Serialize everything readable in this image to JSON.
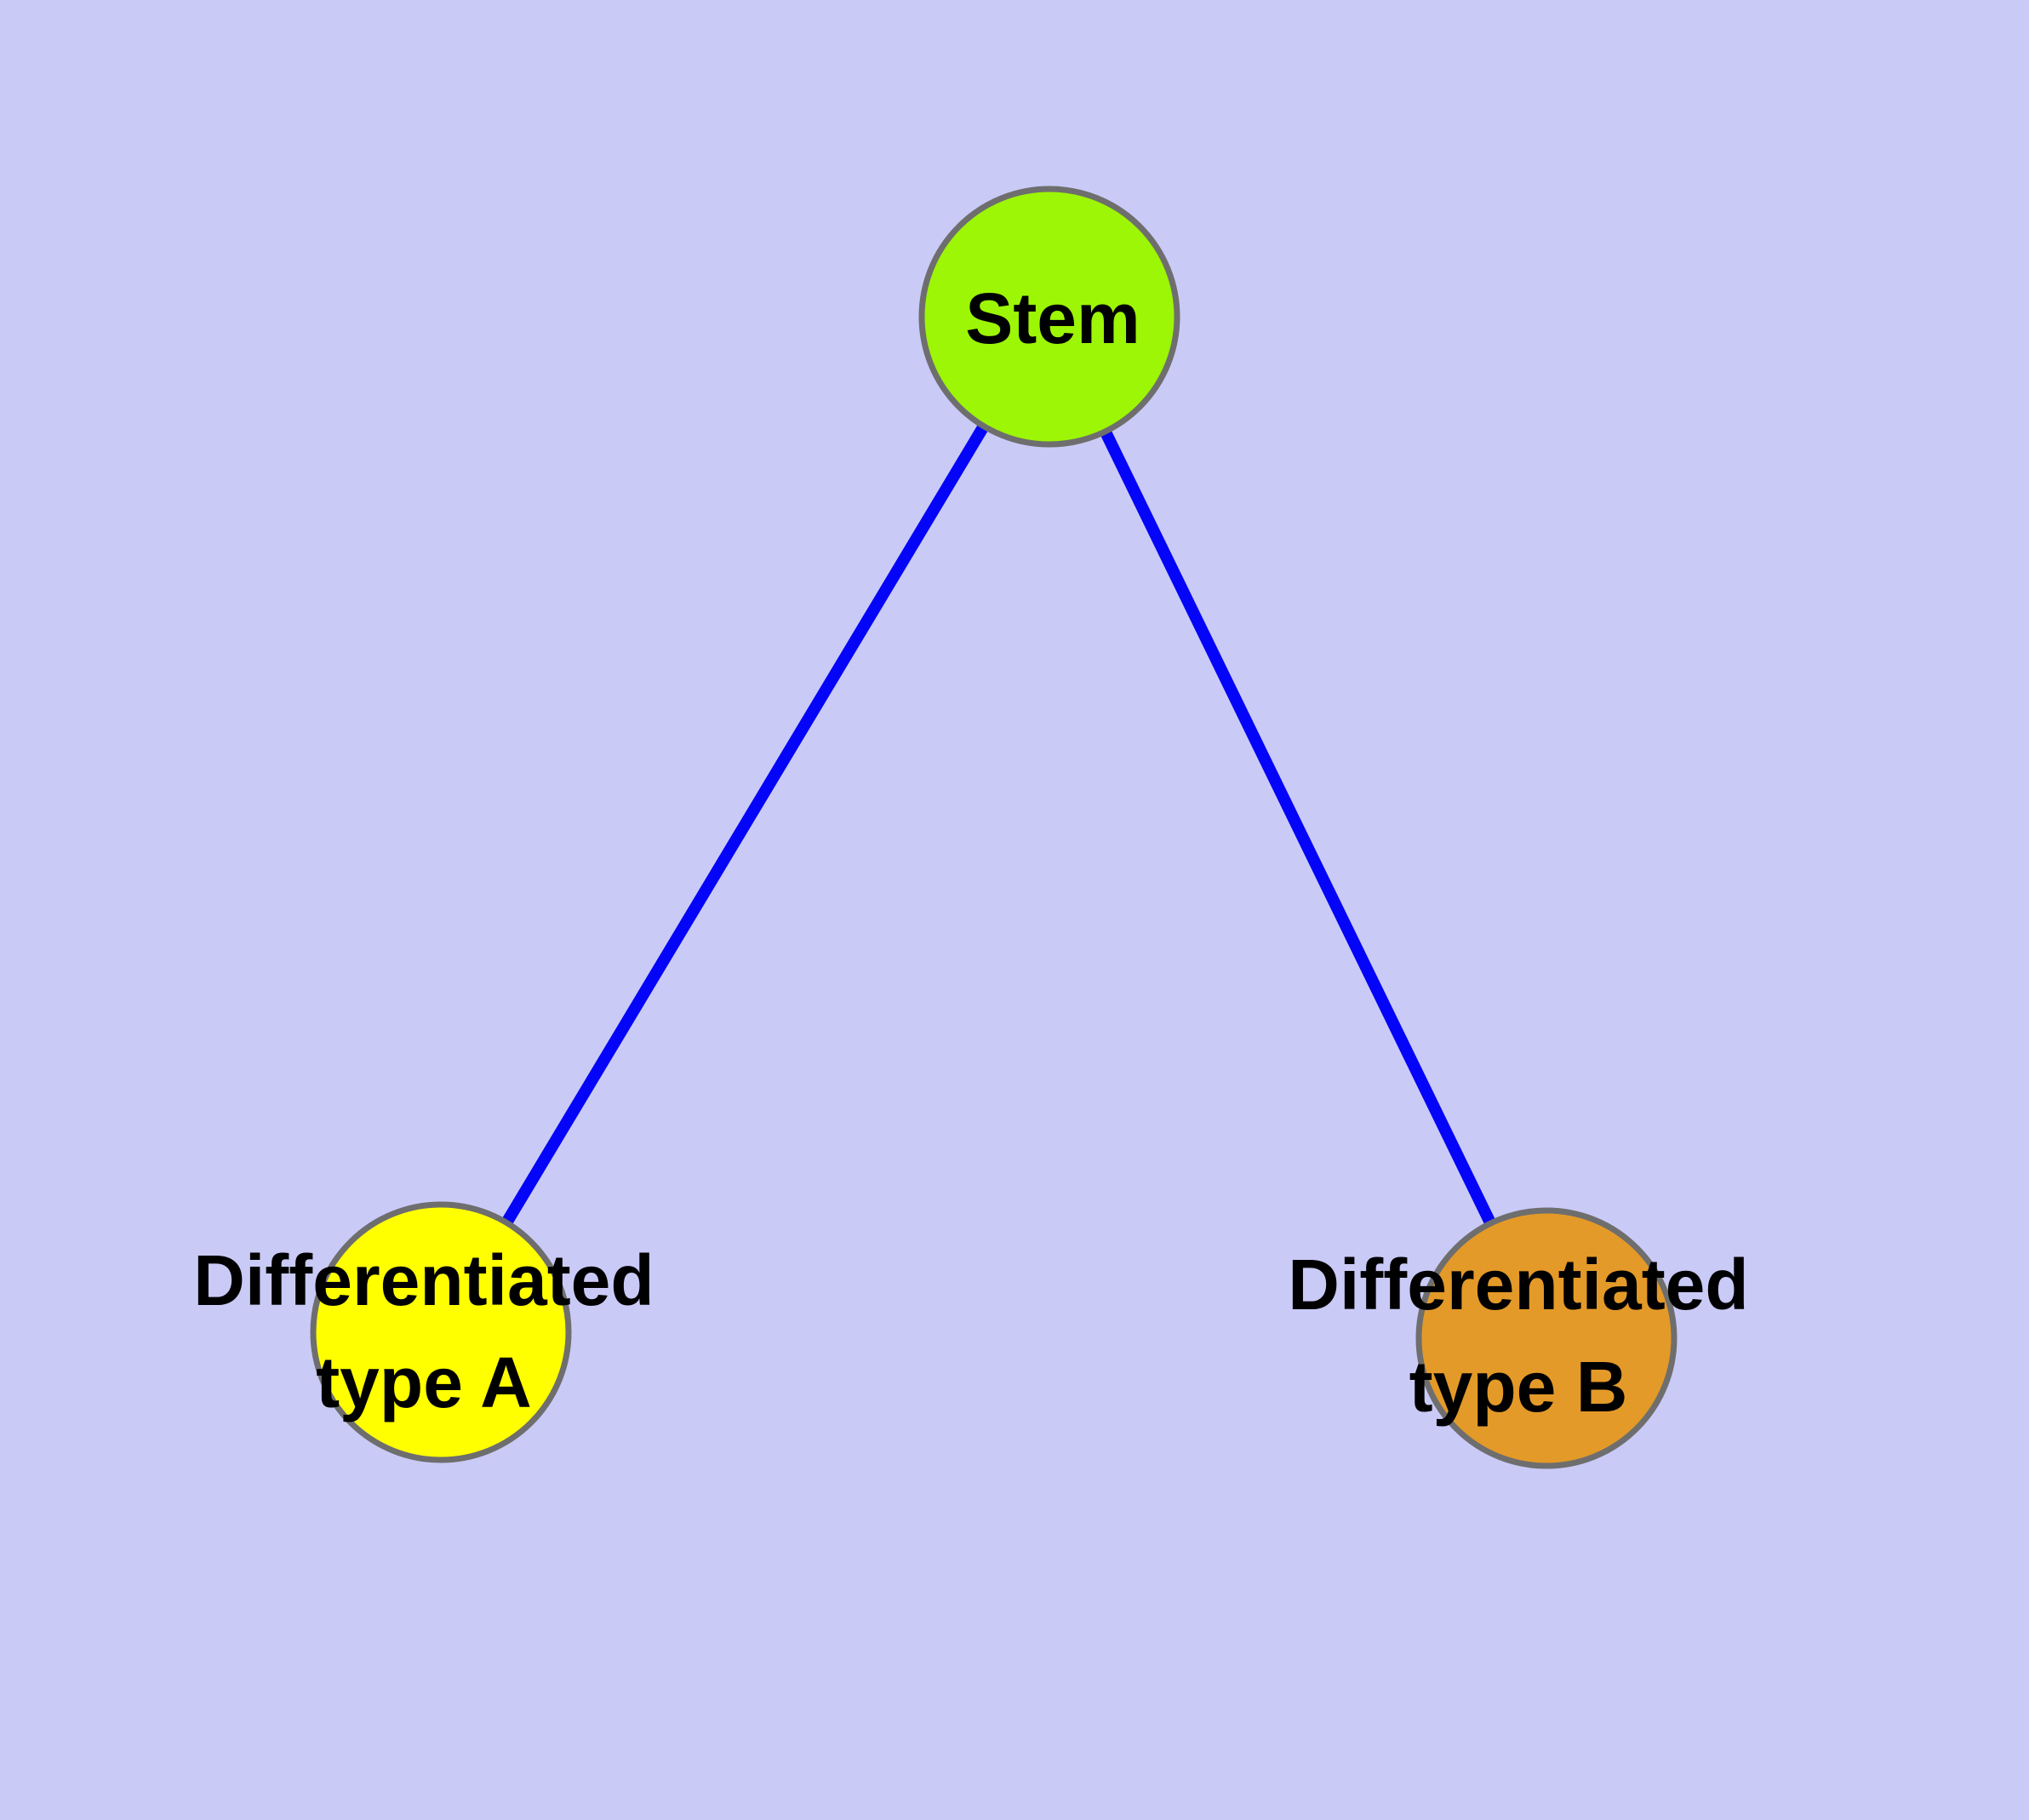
{
  "canvas": {
    "background": "#CACAF7"
  },
  "diagram": {
    "type": "node-link-graph",
    "edge_color": "#0404F8",
    "node_border_color": "#6E6E6E",
    "label_color": "#000000",
    "nodes": [
      {
        "id": "stem",
        "label": "Stem",
        "fill": "#9CF605"
      },
      {
        "id": "differentiated-type-a",
        "label_line1": "Differentiated",
        "label_line2": "type A",
        "fill": "#FFFF00"
      },
      {
        "id": "differentiated-type-b",
        "label_line1": "Differentiated",
        "label_line2": "type B",
        "fill": "#E49A28"
      }
    ],
    "edges": [
      {
        "from": "Stem",
        "to": "Differentiated type A"
      },
      {
        "from": "Stem",
        "to": "Differentiated type B"
      }
    ]
  }
}
